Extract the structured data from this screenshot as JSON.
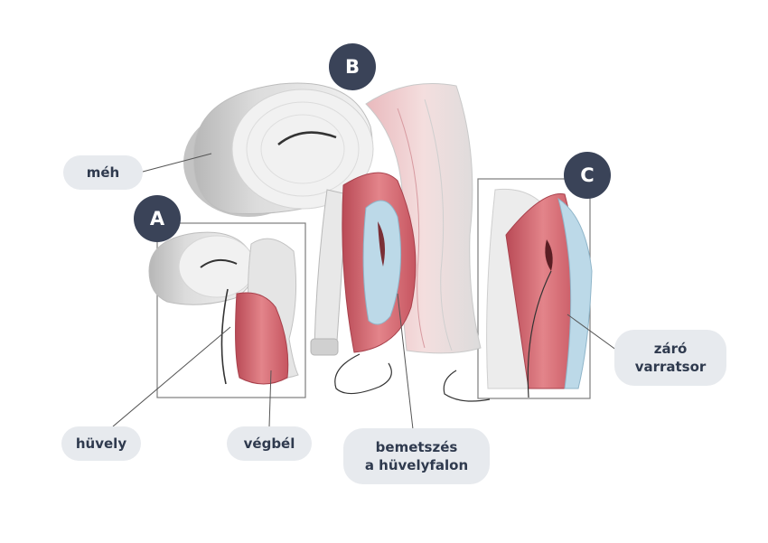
{
  "labels": {
    "meh": "méh",
    "huvely": "hüvely",
    "vegbel": "végbél",
    "bemetszes": "bemetszés\na hüvelyfalon",
    "zaro": "záró\nvarratsor"
  },
  "markers": {
    "a": "A",
    "b": "B",
    "c": "C"
  },
  "colors": {
    "marker": "#3a4358",
    "pill": "#e7eaee",
    "pill_text": "#2f3a4e",
    "tissue_red": "#d9676f",
    "tissue_blue": "#b9d6e6",
    "tissue_grey": "#e4e4e4"
  }
}
